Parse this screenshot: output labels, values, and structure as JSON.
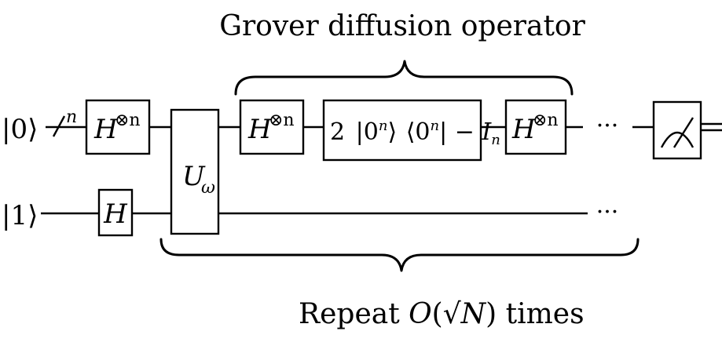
{
  "diagram": {
    "title": "Grover diffusion operator",
    "footer": {
      "prefix": "Repeat ",
      "big_o": "O",
      "open_paren": "(",
      "sqrt_sign": "√",
      "sqrt_arg": "N",
      "close_paren": ")",
      "suffix": " times"
    },
    "qubits": {
      "top": {
        "state": "|0⟩",
        "register_mark": "/",
        "register_label": "n",
        "trailing_dots": "···"
      },
      "bottom": {
        "state": "|1⟩",
        "trailing_dots": "···"
      }
    },
    "gates": {
      "h_n_1": {
        "base": "H",
        "sup": "⊗n"
      },
      "h_single": {
        "base": "H"
      },
      "oracle": {
        "base": "U",
        "sub": "ω"
      },
      "h_n_2": {
        "base": "H",
        "sup": "⊗n"
      },
      "reflection": {
        "coef": "2",
        "ket": "|0",
        "ket_sup": "n",
        "ket_close": "⟩",
        "bra": "⟨0",
        "bra_sup": "n",
        "bra_close": "|",
        "minus": " − ",
        "identity": "I",
        "identity_sub": "n"
      },
      "h_n_3": {
        "base": "H",
        "sup": "⊗n"
      }
    }
  }
}
